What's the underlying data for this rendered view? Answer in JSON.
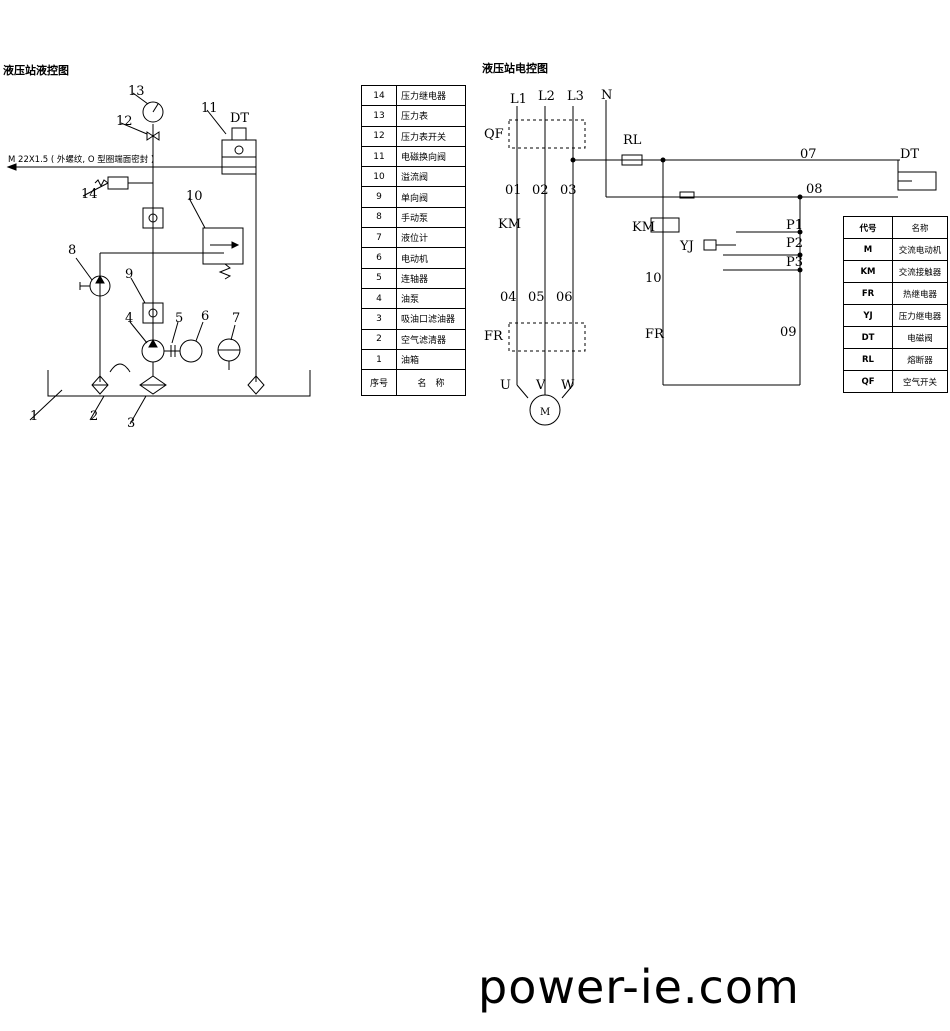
{
  "titles": {
    "hydraulic": "液压站液控图",
    "electric": "液压站电控图"
  },
  "port_note": "M 22X1.5 ( 外螺纹, O 型圈端面密封 )",
  "hyd_labels": [
    "1",
    "2",
    "3",
    "4",
    "5",
    "6",
    "7",
    "8",
    "9",
    "10",
    "11",
    "12",
    "13",
    "14",
    "DT"
  ],
  "parts_table": {
    "header": {
      "no": "序号",
      "name": "名　称"
    },
    "rows": [
      {
        "no": "14",
        "name": "压力继电器"
      },
      {
        "no": "13",
        "name": "压力表"
      },
      {
        "no": "12",
        "name": "压力表开关"
      },
      {
        "no": "11",
        "name": "电磁换向阀"
      },
      {
        "no": "10",
        "name": "溢流阀"
      },
      {
        "no": "9",
        "name": "单向阀"
      },
      {
        "no": "8",
        "name": "手动泵"
      },
      {
        "no": "7",
        "name": "液位计"
      },
      {
        "no": "6",
        "name": "电动机"
      },
      {
        "no": "5",
        "name": "连轴器"
      },
      {
        "no": "4",
        "name": "油泵"
      },
      {
        "no": "3",
        "name": "吸油口滤油器"
      },
      {
        "no": "2",
        "name": "空气滤清器"
      },
      {
        "no": "1",
        "name": "油箱"
      }
    ]
  },
  "elec_labels": {
    "phases": [
      "L1",
      "L2",
      "L3",
      "N"
    ],
    "wires_top": [
      "01",
      "02",
      "03"
    ],
    "wires_mid": [
      "04",
      "05",
      "06"
    ],
    "motor_terms": [
      "U",
      "V",
      "W"
    ],
    "qf": "QF",
    "km": "KM",
    "fr": "FR",
    "rl": "RL",
    "w07": "07",
    "w08": "08",
    "w09": "09",
    "w10": "10",
    "km_coil": "KM",
    "yj": "YJ",
    "fr_contact": "FR",
    "p1": "P1",
    "p2": "P2",
    "p3": "P3",
    "dt": "DT"
  },
  "code_table": {
    "header": {
      "code": "代号",
      "name": "名称"
    },
    "rows": [
      {
        "code": "M",
        "name": "交流电动机"
      },
      {
        "code": "KM",
        "name": "交流接触器"
      },
      {
        "code": "FR",
        "name": "热继电器"
      },
      {
        "code": "YJ",
        "name": "压力继电器"
      },
      {
        "code": "DT",
        "name": "电磁阀"
      },
      {
        "code": "RL",
        "name": "熔断器"
      },
      {
        "code": "QF",
        "name": "空气开关"
      }
    ]
  },
  "watermark": "power-ie.com"
}
